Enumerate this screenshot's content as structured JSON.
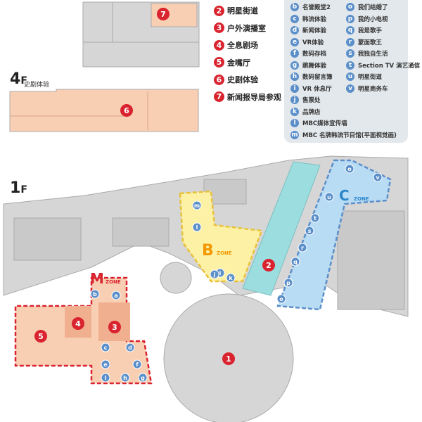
{
  "floors": {
    "f4": {
      "num": "4",
      "suffix": "F",
      "label": "史剧体验"
    },
    "f1": {
      "num": "1",
      "suffix": "F"
    }
  },
  "numbered_legend": [
    {
      "n": "2",
      "label": "明星街道"
    },
    {
      "n": "3",
      "label": "户外演播室"
    },
    {
      "n": "4",
      "label": "全息剧场"
    },
    {
      "n": "5",
      "label": "金嘴厅"
    },
    {
      "n": "6",
      "label": "史剧体验"
    },
    {
      "n": "7",
      "label": "新闻报导局参观"
    }
  ],
  "letter_legend_left": [
    {
      "k": "b",
      "label": "名誉殿堂2"
    },
    {
      "k": "c",
      "label": "韩流体验"
    },
    {
      "k": "d",
      "label": "新闻体验"
    },
    {
      "k": "e",
      "label": "VR体验"
    },
    {
      "k": "f",
      "label": "数码存档"
    },
    {
      "k": "g",
      "label": "跳舞体验"
    },
    {
      "k": "h",
      "label": "数码留言簿"
    },
    {
      "k": "i",
      "label": "VR 休息厅"
    },
    {
      "k": "j",
      "label": "售票处"
    },
    {
      "k": "k",
      "label": "品牌店"
    },
    {
      "k": "l",
      "label": "MBC媒体宣传墙"
    },
    {
      "k": "m",
      "label": "MBC 名牌韩流节目馆(平面视觉画)"
    }
  ],
  "letter_legend_right": [
    {
      "k": "o",
      "label": "我们结婚了"
    },
    {
      "k": "p",
      "label": "我的小电视"
    },
    {
      "k": "q",
      "label": "我是歌手"
    },
    {
      "k": "r",
      "label": "蒙面歌王"
    },
    {
      "k": "s",
      "label": "我独自生活"
    },
    {
      "k": "t",
      "label": "Section TV 演艺通信"
    },
    {
      "k": "u",
      "label": "明星街道"
    },
    {
      "k": "v",
      "label": "明星商务车"
    }
  ],
  "zones": {
    "m": {
      "letter": "M",
      "word": "ZONE"
    },
    "b": {
      "letter": "B",
      "word": "ZONE"
    },
    "c": {
      "letter": "C",
      "word": "ZONE"
    }
  },
  "map_markers": {
    "n1": "1",
    "n2": "2",
    "n3": "3",
    "n4": "4",
    "n5": "5",
    "n6": "6",
    "n7": "7"
  },
  "colors": {
    "red": "#d9232e",
    "blue": "#5b8fc9",
    "yellow": "#fdf1a6",
    "teal": "#9cdde0",
    "peach": "#f9cfb4",
    "gray": "#d6d6d6"
  }
}
